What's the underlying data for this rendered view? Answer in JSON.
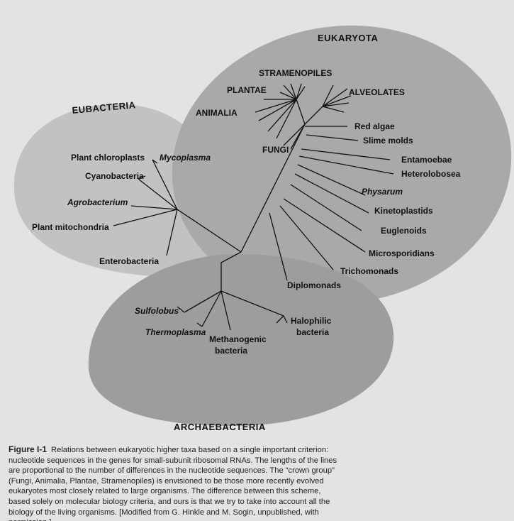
{
  "groups": {
    "eukaryota": "EUKARYOTA",
    "eubacteria": "EUBACTERIA",
    "archaebacteria": "ARCHAEBACTERIA"
  },
  "eukaryota_taxa": {
    "stramenopiles": "STRAMENOPILES",
    "plantae": "PLANTAE",
    "alveolates": "ALVEOLATES",
    "animalia": "ANIMALIA",
    "red_algae": "Red algae",
    "slime_molds": "Slime molds",
    "fungi": "FUNGI",
    "entamoebae": "Entamoebae",
    "heterolobosea": "Heterolobosea",
    "physarum": "Physarum",
    "kinetoplastids": "Kinetoplastids",
    "euglenoids": "Euglenoids",
    "microsporidians": "Microsporidians",
    "trichomonads": "Trichomonads",
    "diplomonads": "Diplomonads"
  },
  "eubacteria_taxa": {
    "plant_chloroplasts": "Plant chloroplasts",
    "mycoplasma": "Mycoplasma",
    "cyanobacteria": "Cyanobacteria",
    "agrobacterium": "Agrobacterium",
    "plant_mitochondria": "Plant mitochondria",
    "enterobacteria": "Enterobacteria"
  },
  "archaebacteria_taxa": {
    "sulfolobus": "Sulfolobus",
    "thermoplasma": "Thermoplasma",
    "methanogenic_1": "Methanogenic",
    "methanogenic_2": "bacteria",
    "halophilic_1": "Halophilic",
    "halophilic_2": "bacteria"
  },
  "caption": {
    "label": "Figure I-1",
    "text": "Relations between eukaryotic higher taxa based on a single important criterion: nucleotide sequences in the genes for small-subunit ribosomal RNAs. The lengths of the lines are proportional to the number of differences in the nucleotide sequences. The “crown group” (Fungi, Animalia, Plantae, Stramenopiles) is envisioned to be those more recently evolved eukaryotes most closely related to large organisms. The difference between this scheme, based solely on molecular biology criteria, and ours is that we try to take into account all the biology of the living organisms. [Modified from G. Hinkle and M. Sogin, unpublished, with permission.]"
  }
}
